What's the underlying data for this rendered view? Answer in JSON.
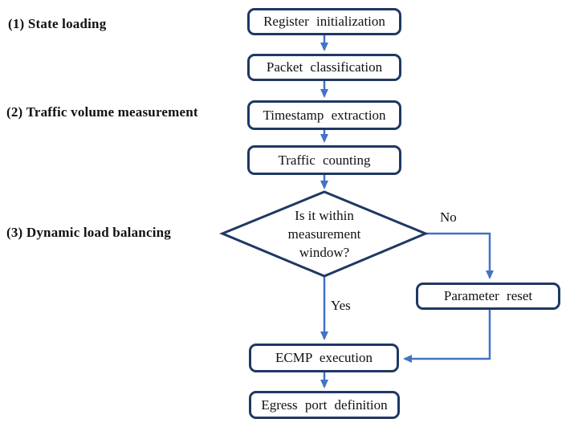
{
  "figure": {
    "colors": {
      "node_border": "#1f3864",
      "arrow": "#4472c4",
      "text": "#111111",
      "background": "#ffffff"
    },
    "sections": {
      "state_loading": "(1) State loading",
      "traffic_volume_measurement": "(2) Traffic volume measurement",
      "dynamic_load_balancing": "(3) Dynamic load balancing"
    },
    "nodes": {
      "register_initialization": "Register initialization",
      "packet_classification": "Packet classification",
      "timestamp_extraction": "Timestamp extraction",
      "traffic_counting": "Traffic counting",
      "decision": "Is it within measurement window?",
      "parameter_reset": "Parameter reset",
      "ecmp_execution": "ECMP execution",
      "egress_port_definition": "Egress port definition"
    },
    "branch_labels": {
      "yes": "Yes",
      "no": "No"
    }
  }
}
